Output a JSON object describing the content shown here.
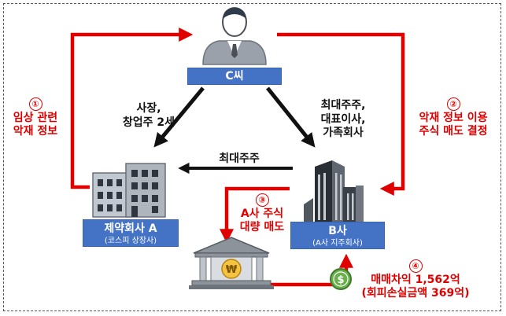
{
  "colors": {
    "red_arrow": "#e10000",
    "box_blue": "#4472c4",
    "black_arrow": "#111111"
  },
  "person": {
    "name": "C씨"
  },
  "company_a": {
    "name": "제약회사 A",
    "sub": "(코스피 상장사)"
  },
  "company_b": {
    "name": "B사",
    "sub": "(A사 지주회사)"
  },
  "relations": {
    "c_to_a": [
      "사장,",
      "창업주 2세"
    ],
    "c_to_b": [
      "최대주주,",
      "대표이사,",
      "가족회사"
    ],
    "b_to_a": "최대주주"
  },
  "steps": [
    {
      "num": "①",
      "lines": [
        "임상 관련",
        "악재 정보"
      ]
    },
    {
      "num": "②",
      "lines": [
        "악재 정보 이용",
        "주식 매도 결정"
      ]
    },
    {
      "num": "③",
      "lines": [
        "A사 주식",
        "대량 매도"
      ]
    },
    {
      "num": "④",
      "lines": [
        "매매차익 1,562억",
        "(회피손실금액 369억)"
      ]
    }
  ],
  "icons": [
    "person-icon",
    "building-a-icon",
    "building-b-icon",
    "bank-icon",
    "coin-icon"
  ]
}
